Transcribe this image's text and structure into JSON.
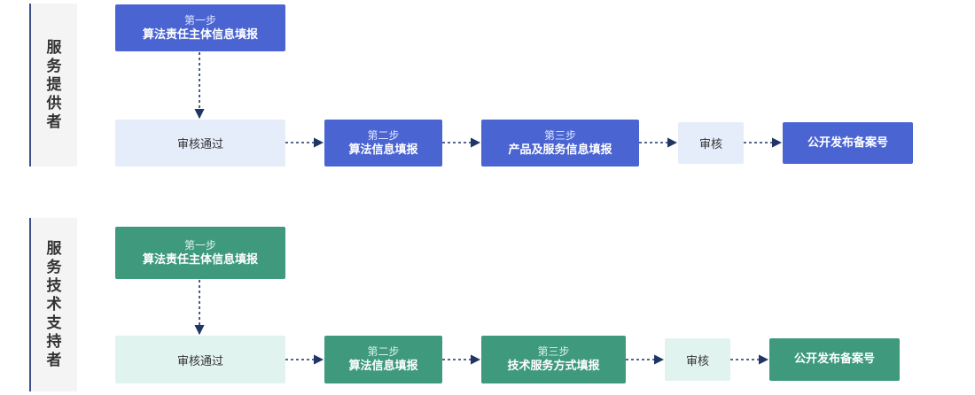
{
  "provider": {
    "side_label": [
      "服",
      "务",
      "提",
      "供",
      "者"
    ],
    "step1": {
      "step": "第一步",
      "title": "算法责任主体信息填报"
    },
    "review_pass": "审核通过",
    "step2": {
      "step": "第二步",
      "title": "算法信息填报"
    },
    "step3": {
      "step": "第三步",
      "title": "产品及服务信息填报"
    },
    "review": "审核",
    "publish": "公开发布备案号"
  },
  "tech_support": {
    "side_label": [
      "服",
      "务",
      "技",
      "术",
      "支",
      "持",
      "者"
    ],
    "step1": {
      "step": "第一步",
      "title": "算法责任主体信息填报"
    },
    "review_pass": "审核通过",
    "step2": {
      "step": "第二步",
      "title": "算法信息填报"
    },
    "step3": {
      "step": "第三步",
      "title": "技术服务方式填报"
    },
    "review": "审核",
    "publish": "公开发布备案号"
  },
  "colors": {
    "provider_dark": "#4a64d2",
    "provider_light": "#e5edfa",
    "tech_dark": "#3f9a7d",
    "tech_light": "#e1f3ee",
    "arrow": "#1f3566"
  }
}
